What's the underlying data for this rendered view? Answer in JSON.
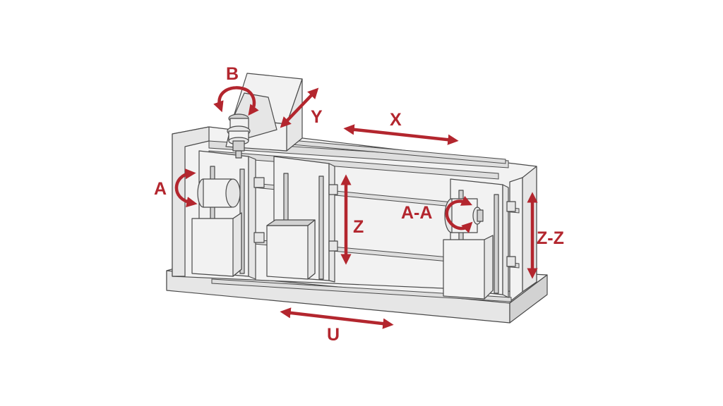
{
  "colors": {
    "accent": "#b3262e",
    "machine_fill": "#e6e6e6",
    "machine_stroke": "#4a4a4a"
  },
  "axes": {
    "b": "B",
    "y": "Y",
    "x": "X",
    "a": "A",
    "z": "Z",
    "aa": "A-A",
    "zz": "Z-Z",
    "u": "U"
  }
}
